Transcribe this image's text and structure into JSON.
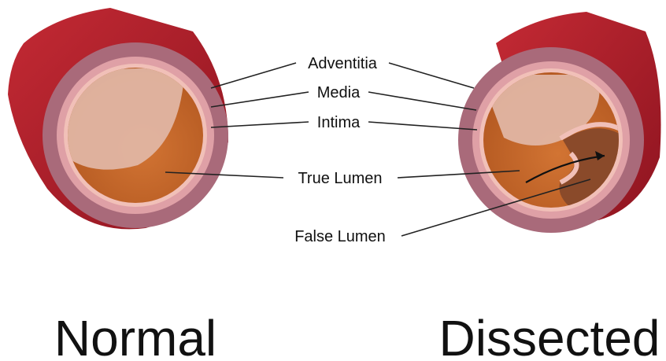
{
  "labels": {
    "adventitia": "Adventitia",
    "media": "Media",
    "intima": "Intima",
    "true_lumen": "True Lumen",
    "false_lumen": "False Lumen"
  },
  "captions": {
    "normal": "Normal",
    "dissected": "Dissected"
  },
  "colors": {
    "vessel_outer": "#b0222c",
    "adventitia": "#a96a7a",
    "media": "#dfa0a6",
    "intima": "#f1c0b8",
    "lumen": "#c8692a",
    "lumen_highlight": "#e0b5a3",
    "false_lumen": "#8a4a2a"
  }
}
